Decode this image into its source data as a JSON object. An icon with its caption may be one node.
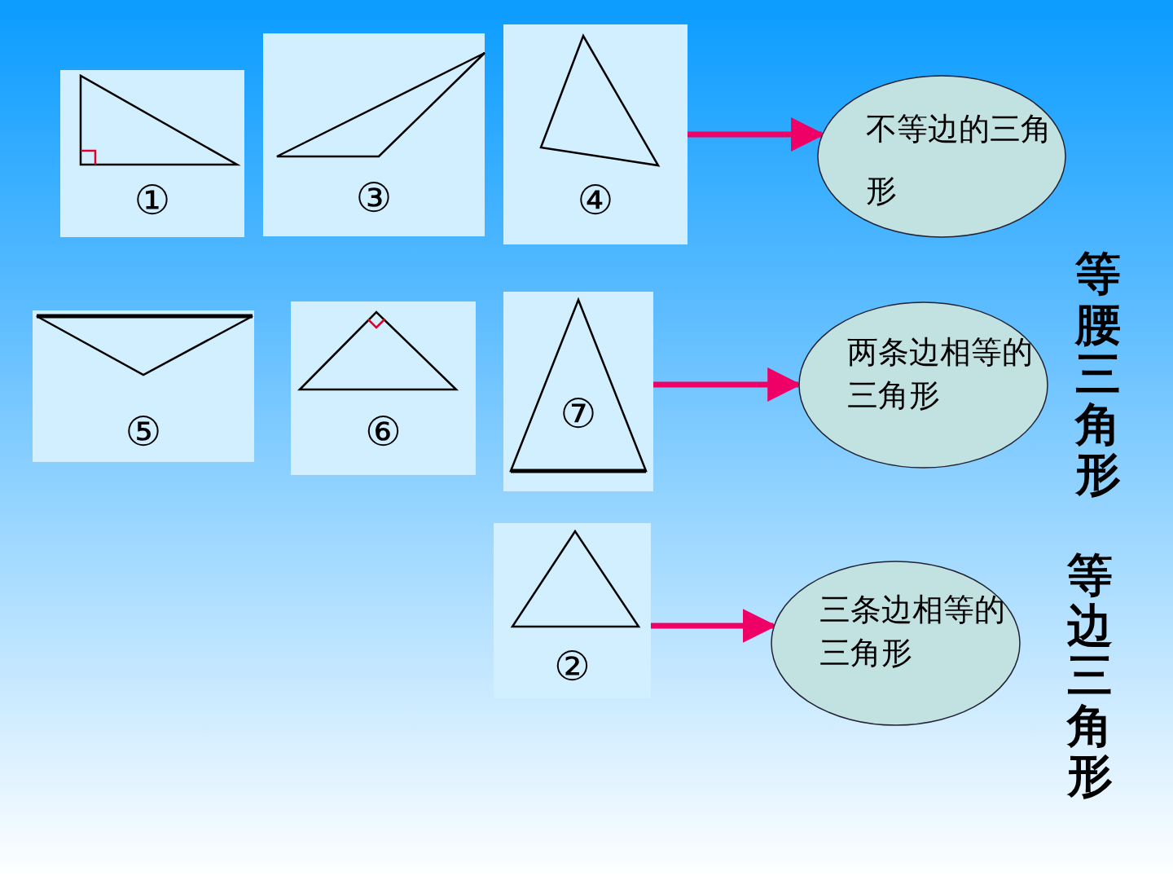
{
  "diagram": {
    "nodes": [
      {
        "text": [
          "①"
        ]
      },
      {
        "text": [
          "③"
        ]
      },
      {
        "text": [
          "④"
        ]
      },
      {
        "text": [
          "不等边的三角形"
        ]
      },
      {
        "text": [
          "⑤"
        ]
      },
      {
        "text": [
          "⑥"
        ]
      },
      {
        "text": [
          "⑦"
        ]
      },
      {
        "text": [
          "两条边相等的三角形"
        ]
      },
      {
        "text": [
          "②"
        ]
      },
      {
        "text": [
          "三条边相等的三角形"
        ]
      }
    ],
    "edges": [
      {
        "from": 2,
        "to": 3,
        "arrow": "to"
      },
      {
        "from": 6,
        "to": 7,
        "arrow": "to"
      },
      {
        "from": 8,
        "to": 9,
        "arrow": "to"
      }
    ],
    "labels": [
      "等腰三角形",
      "等边三角形"
    ]
  }
}
